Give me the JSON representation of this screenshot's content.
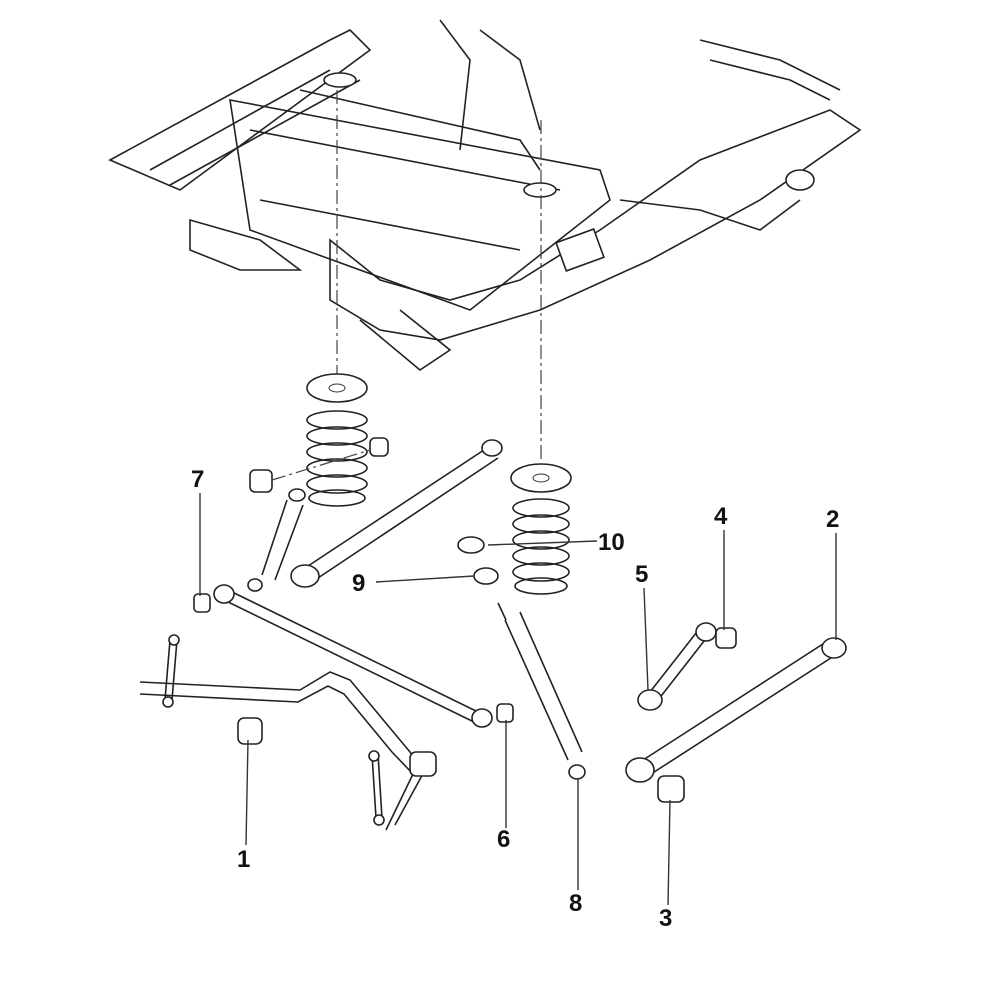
{
  "diagram": {
    "type": "exploded-parts-diagram",
    "subject": "rear suspension and frame",
    "callouts": [
      {
        "id": "1",
        "label": "1",
        "part": "stabilizer bar bushing"
      },
      {
        "id": "2",
        "label": "2",
        "part": "lower trailing arm"
      },
      {
        "id": "3",
        "label": "3",
        "part": "lower trailing arm bushing"
      },
      {
        "id": "4",
        "label": "4",
        "part": "upper arm bushing"
      },
      {
        "id": "5",
        "label": "5",
        "part": "upper control arm"
      },
      {
        "id": "6",
        "label": "6",
        "part": "panhard rod bushing"
      },
      {
        "id": "7",
        "label": "7",
        "part": "panhard rod bushing"
      },
      {
        "id": "8",
        "label": "8",
        "part": "shock absorber"
      },
      {
        "id": "9",
        "label": "9",
        "part": "lower spring seat"
      },
      {
        "id": "10",
        "label": "10",
        "part": "spring insulator"
      }
    ]
  }
}
